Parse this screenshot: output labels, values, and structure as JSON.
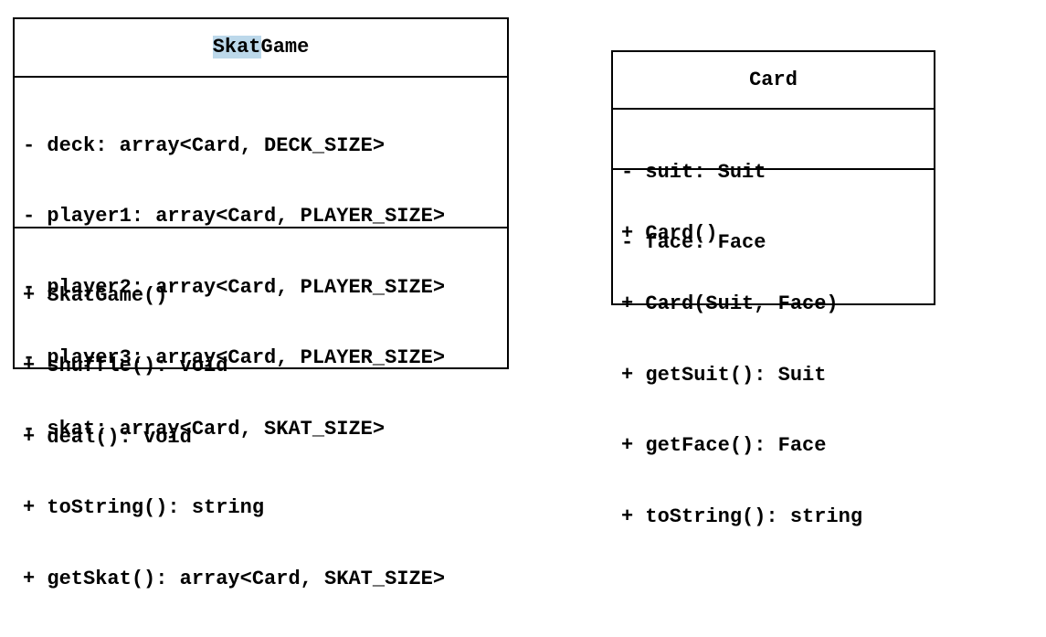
{
  "classes": [
    {
      "name_highlight": "Skat",
      "name_rest": "Game",
      "attributes": [
        "- deck: array<Card, DECK_SIZE>",
        "- player1: array<Card, PLAYER_SIZE>",
        "- player2: array<Card, PLAYER_SIZE>",
        "- player3: array<Card, PLAYER_SIZE>",
        "- skat: array<Card, SKAT_SIZE>"
      ],
      "operations": [
        "+ SkatGame()",
        "+ shuffle(): void",
        "+ deal(): void",
        "+ toString(): string",
        "+ getSkat(): array<Card, SKAT_SIZE>"
      ]
    },
    {
      "name": "Card",
      "attributes": [
        "- suit: Suit",
        "- face: Face"
      ],
      "operations": [
        "+ Card()",
        "+ Card(Suit, Face)",
        "+ getSuit(): Suit",
        "+ getFace(): Face",
        "+ toString(): string"
      ]
    }
  ],
  "colors": {
    "selection_highlight": "#bcd8ea",
    "border": "#000000"
  }
}
